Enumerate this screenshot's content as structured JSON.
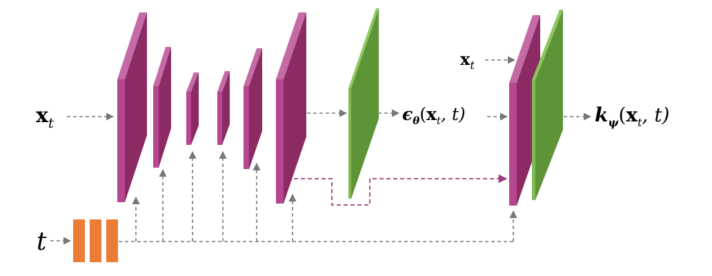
{
  "labels": {
    "input_x": {
      "main": "x",
      "sub": "t"
    },
    "input_t": "t",
    "input_x2": {
      "main": "x",
      "sub": "t"
    },
    "eps_output": {
      "sym": "ϵ",
      "sub": "θ",
      "args_open": "(",
      "x": "x",
      "x_sub": "t",
      "rest": ", t)"
    },
    "k_output": {
      "sym": "k",
      "sub": "ψ",
      "args_open": "(",
      "x": "x",
      "x_sub": "t",
      "rest": ", t)"
    }
  },
  "colors": {
    "purple_front": "#8c2b63",
    "purple_side": "#b5468f",
    "purple_top": "#c46aa6",
    "green_front": "#5e9438",
    "green_top": "#8cc85f",
    "orange": "#ea7c36",
    "arrow_gray": "#777777",
    "skip_purple": "#9e3a7e"
  }
}
